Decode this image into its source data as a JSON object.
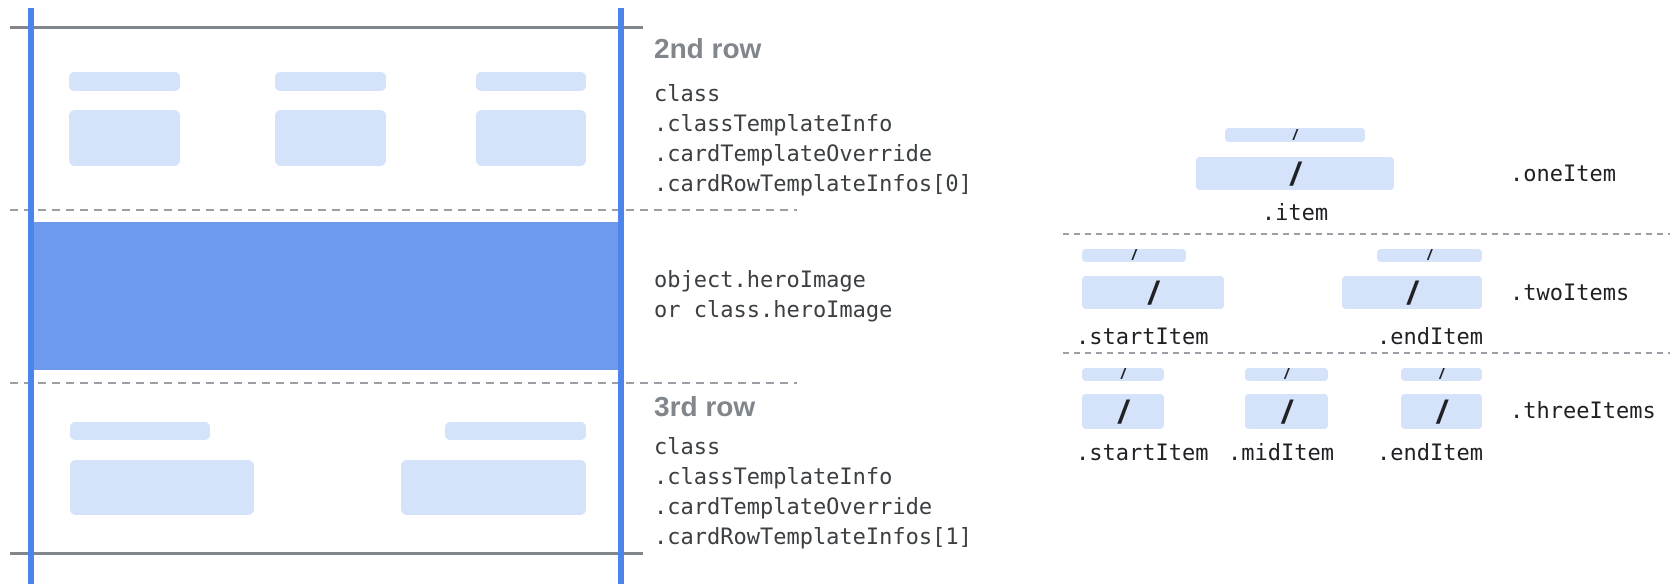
{
  "figure": {
    "row2": {
      "title": "2nd row",
      "code": [
        "class",
        ".classTemplateInfo",
        ".cardTemplateOverride",
        ".cardRowTemplateInfos[0]"
      ]
    },
    "hero": {
      "code": [
        "object.heroImage",
        "or class.heroImage"
      ]
    },
    "row3": {
      "title": "3rd row",
      "code": [
        "class",
        ".classTemplateInfo",
        ".cardTemplateOverride",
        ".cardRowTemplateInfos[1]"
      ]
    }
  },
  "items_panel": {
    "slash": "/",
    "rows": [
      {
        "name": ".oneItem",
        "item_labels": [
          ".item"
        ]
      },
      {
        "name": ".twoItems",
        "item_labels": [
          ".startItem",
          ".endItem"
        ]
      },
      {
        "name": ".threeItems",
        "item_labels": [
          ".startItem",
          ".midItem",
          ".endItem"
        ]
      }
    ]
  },
  "colors": {
    "guide_blue": "#4B85EC",
    "hero_blue": "#6D9AEC",
    "placeholder_blue": "#D4E2FA",
    "solid_line_gray": "#80868B",
    "dashed_line_gray": "#9AA0A6",
    "title_gray": "#80868B",
    "code_text": "#3C4043",
    "label_text": "#202124"
  }
}
